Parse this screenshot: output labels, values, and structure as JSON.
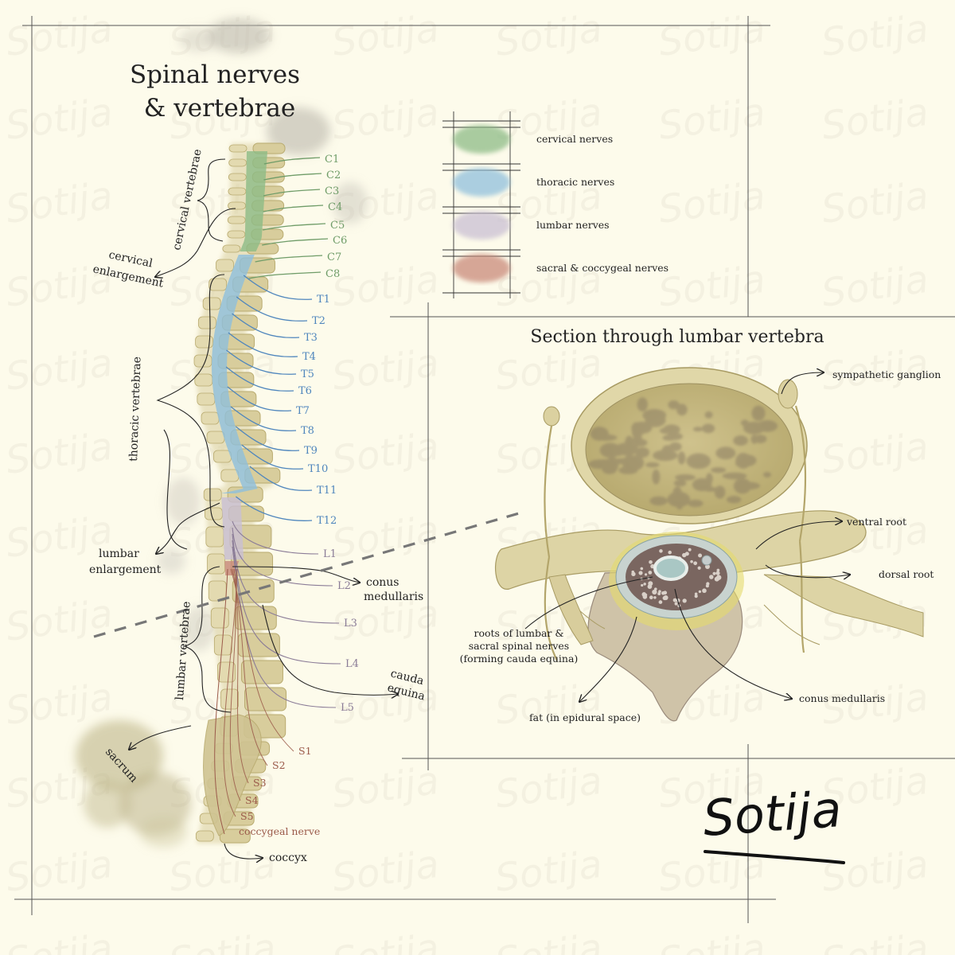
{
  "title_line1": "Spinal nerves",
  "title_line2": "& vertebrae",
  "section_title": "Section through lumbar vertebra",
  "watermark": "Sotija",
  "signature": "Sotija",
  "legend": [
    {
      "label": "cervical nerves",
      "color": "#8dbb86"
    },
    {
      "label": "thoracic nerves",
      "color": "#8fbfdc"
    },
    {
      "label": "lumbar nerves",
      "color": "#c9bfd3"
    },
    {
      "label": "sacral & coccygeal nerves",
      "color": "#c98a7a"
    }
  ],
  "nerves": {
    "cervical": [
      "C1",
      "C2",
      "C3",
      "C4",
      "C5",
      "C6",
      "C7",
      "C8"
    ],
    "thoracic": [
      "T1",
      "T2",
      "T3",
      "T4",
      "T5",
      "T6",
      "T7",
      "T8",
      "T9",
      "T10",
      "T11",
      "T12"
    ],
    "lumbar": [
      "L1",
      "L2",
      "L3",
      "L4",
      "L5"
    ],
    "sacral": [
      "S1",
      "S2",
      "S3",
      "S4",
      "S5"
    ],
    "coccygeal": "coccygeal nerve"
  },
  "spine_labels": {
    "cervical_vertebrae": "cervical vertebrae",
    "cervical_enlargement_1": "cervical",
    "cervical_enlargement_2": "enlargement",
    "thoracic_vertebrae": "thoracic vertebrae",
    "lumbar_enlargement_1": "lumbar",
    "lumbar_enlargement_2": "enlargement",
    "lumbar_vertebrae": "lumbar vertebrae",
    "conus_1": "conus",
    "conus_2": "medullaris",
    "cauda_1": "cauda",
    "cauda_2": "equina",
    "sacrum": "sacrum",
    "coccyx": "coccyx"
  },
  "section_labels": {
    "sympathetic_ganglion": "sympathetic ganglion",
    "ventral_root": "ventral root",
    "dorsal_root": "dorsal root",
    "roots_1": "roots of lumbar &",
    "roots_2": "sacral spinal nerves",
    "roots_3": "(forming cauda equina)",
    "conus_medullaris": "conus medullaris",
    "fat": "fat (in epidural space)"
  },
  "colors": {
    "cervical": "#6f9c68",
    "thoracic": "#4f86bd",
    "lumbar": "#8b7c97",
    "sacral": "#9b5a4a",
    "bone": "#d8cd9c",
    "bone_dark": "#b9ab70",
    "paper": "#fdfbeb"
  }
}
